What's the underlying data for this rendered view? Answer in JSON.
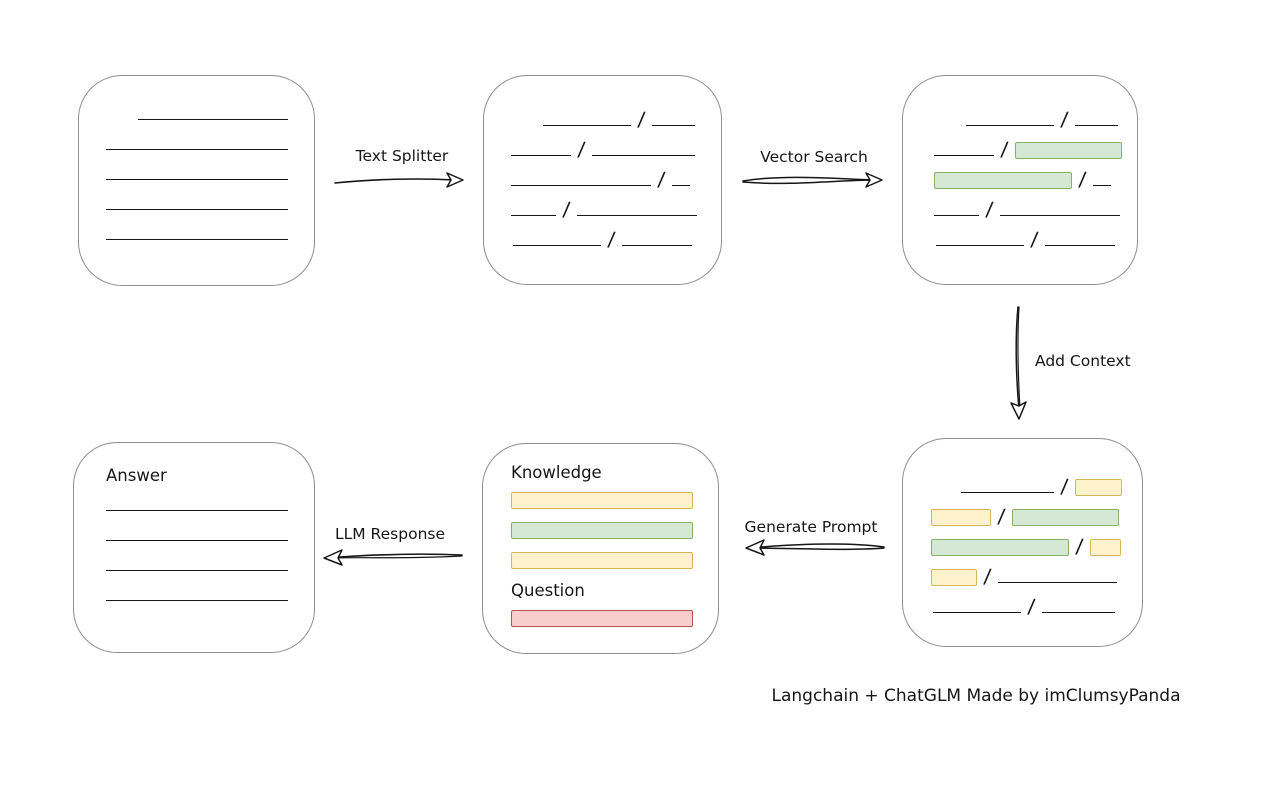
{
  "colors": {
    "line": "#161616",
    "box_border": "#8f8f8f",
    "green_fill": "#d5e8d4",
    "green_border": "#82b366",
    "yellow_fill": "#fff2cc",
    "yellow_border": "#d6b656",
    "red_fill": "#f8cecc",
    "red_border": "#b85450"
  },
  "labels": {
    "text_splitter": "Text Splitter",
    "vector_search": "Vector Search",
    "add_context": "Add Context",
    "generate_prompt": "Generate Prompt",
    "llm_response": "LLM Response"
  },
  "caption": "Langchain + ChatGLM Made by imClumsyPanda",
  "doc_box": {
    "rows": [
      {
        "indent": 32,
        "segs": [
          [
            "line",
            150
          ]
        ]
      },
      {
        "indent": 0,
        "segs": [
          [
            "line",
            182
          ]
        ]
      },
      {
        "indent": 0,
        "segs": [
          [
            "line",
            182
          ]
        ]
      },
      {
        "indent": 0,
        "segs": [
          [
            "line",
            182
          ]
        ]
      },
      {
        "indent": 0,
        "segs": [
          [
            "line",
            182
          ]
        ]
      }
    ]
  },
  "split_box": {
    "rows": [
      {
        "indent": 37,
        "segs": [
          [
            "line",
            88
          ],
          [
            "slash"
          ],
          [
            "line",
            43
          ]
        ]
      },
      {
        "indent": 5,
        "segs": [
          [
            "line",
            60
          ],
          [
            "slash"
          ],
          [
            "line",
            103
          ]
        ]
      },
      {
        "indent": 5,
        "segs": [
          [
            "line",
            140
          ],
          [
            "slash"
          ],
          [
            "line",
            18
          ]
        ]
      },
      {
        "indent": 5,
        "segs": [
          [
            "line",
            45
          ],
          [
            "slash"
          ],
          [
            "line",
            120
          ]
        ]
      },
      {
        "indent": 7,
        "segs": [
          [
            "line",
            88
          ],
          [
            "slash"
          ],
          [
            "line",
            70
          ]
        ]
      }
    ]
  },
  "search_box": {
    "rows": [
      {
        "indent": 37,
        "segs": [
          [
            "line",
            88
          ],
          [
            "slash"
          ],
          [
            "line",
            43
          ]
        ]
      },
      {
        "indent": 5,
        "segs": [
          [
            "line",
            60
          ],
          [
            "slash"
          ],
          [
            "green",
            107
          ]
        ]
      },
      {
        "indent": 5,
        "segs": [
          [
            "green",
            138
          ],
          [
            "slash"
          ],
          [
            "line",
            18
          ]
        ]
      },
      {
        "indent": 5,
        "segs": [
          [
            "line",
            45
          ],
          [
            "slash"
          ],
          [
            "line",
            120
          ]
        ]
      },
      {
        "indent": 7,
        "segs": [
          [
            "line",
            88
          ],
          [
            "slash"
          ],
          [
            "line",
            70
          ]
        ]
      }
    ]
  },
  "context_box": {
    "rows": [
      {
        "indent": 30,
        "segs": [
          [
            "line",
            93
          ],
          [
            "slash"
          ],
          [
            "yellow",
            47
          ]
        ]
      },
      {
        "indent": 0,
        "segs": [
          [
            "yellow",
            60
          ],
          [
            "slash"
          ],
          [
            "green",
            107
          ]
        ]
      },
      {
        "indent": 0,
        "segs": [
          [
            "green",
            138
          ],
          [
            "slash"
          ],
          [
            "yellow",
            31
          ]
        ]
      },
      {
        "indent": 0,
        "segs": [
          [
            "yellow",
            46
          ],
          [
            "slash"
          ],
          [
            "line",
            119
          ]
        ]
      },
      {
        "indent": 2,
        "segs": [
          [
            "line",
            88
          ],
          [
            "slash"
          ],
          [
            "line",
            73
          ]
        ]
      }
    ]
  },
  "prompt_box": {
    "knowledge_label": "Knowledge",
    "question_label": "Question",
    "knowledge_rows": [
      {
        "indent": 0,
        "segs": [
          [
            "yellow",
            182
          ]
        ]
      },
      {
        "indent": 0,
        "segs": [
          [
            "green",
            182
          ]
        ]
      },
      {
        "indent": 0,
        "segs": [
          [
            "yellow",
            182
          ]
        ]
      }
    ],
    "question_rows": [
      {
        "indent": 0,
        "segs": [
          [
            "red",
            182
          ]
        ]
      }
    ]
  },
  "answer_box": {
    "title": "Answer",
    "rows": [
      {
        "indent": 0,
        "segs": [
          [
            "line",
            182
          ]
        ]
      },
      {
        "indent": 0,
        "segs": [
          [
            "line",
            182
          ]
        ]
      },
      {
        "indent": 0,
        "segs": [
          [
            "line",
            182
          ]
        ]
      },
      {
        "indent": 0,
        "segs": [
          [
            "line",
            182
          ]
        ]
      }
    ]
  }
}
